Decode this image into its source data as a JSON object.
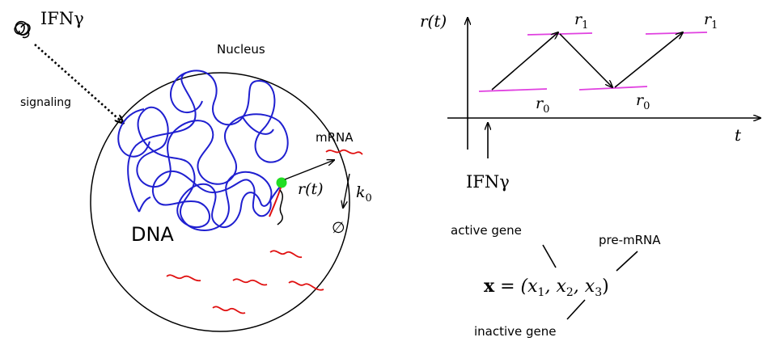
{
  "left_panel": {
    "ifn_label": "IFNγ",
    "signaling_label": "signaling",
    "nucleus_label": "Nucleus",
    "dna_label": "DNA",
    "mrna_label": "mRNA",
    "rate_label": "r(t)",
    "decay_label": "k",
    "decay_subscript": "0",
    "empty_set": "∅"
  },
  "rate_plot": {
    "y_axis_label": "r(t)",
    "x_axis_label": "t",
    "stimulus_label": "IFNγ",
    "r1_label": "r",
    "r1_sub": "1",
    "r0_label": "r",
    "r0_sub": "0"
  },
  "state_vector": {
    "equation_lhs": "x",
    "equation_eq": " = ",
    "equation_rhs": "(x",
    "x1_sub": "1",
    "comma1": ", x",
    "x2_sub": "2",
    "comma2": ", x",
    "x3_sub": "3",
    "close_paren": ")",
    "active_gene_label": "active gene",
    "pre_mrna_label": "pre-mRNA",
    "inactive_gene_label": "inactive gene"
  },
  "colors": {
    "dna": "#1f1fd0",
    "mrna": "#e01010",
    "active_site": "#22dd22",
    "rate_level": "#e040e0",
    "ink": "#000000"
  }
}
